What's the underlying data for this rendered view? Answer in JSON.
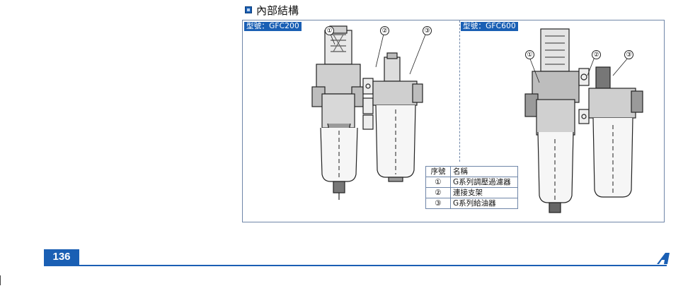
{
  "section": {
    "title": "內部結構"
  },
  "models": {
    "left": "型號：GFC200",
    "right": "型號：GFC600"
  },
  "callouts": [
    "①",
    "②",
    "③"
  ],
  "parts_table": {
    "headers": [
      "序號",
      "名稱"
    ],
    "rows": [
      [
        "①",
        "G系列調壓過濾器"
      ],
      [
        "②",
        "連接支架"
      ],
      [
        "③",
        "G系列給油器"
      ]
    ]
  },
  "footer": {
    "page_number": "136"
  },
  "colors": {
    "accent": "#1a5fb4",
    "frame": "#6f86a8"
  }
}
